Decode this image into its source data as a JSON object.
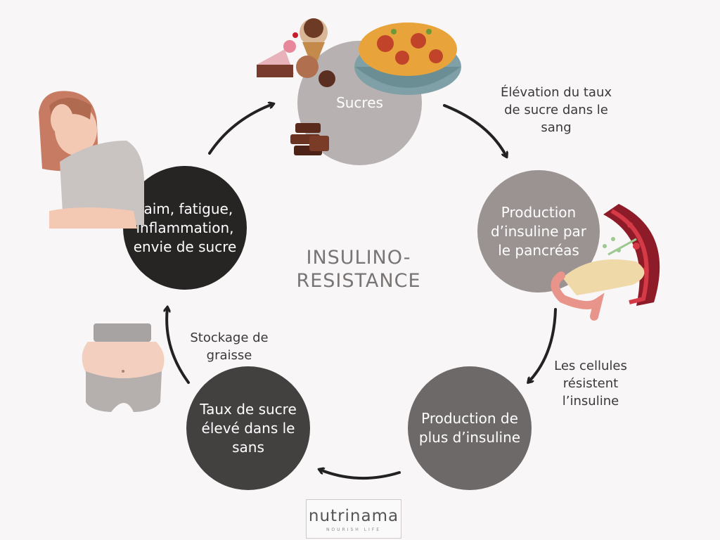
{
  "title": "INSULINO-\nRESISTANCE",
  "nodes": {
    "sucres": "Sucres",
    "production_insuline": "Production d’insuline par le pancréas",
    "plus_insuline": "Production de plus d’insuline",
    "taux_sucre": "Taux de sucre élevé dans le sans",
    "faim": "Faim, fatigue, inflammation, envie de sucre"
  },
  "edge_labels": {
    "elevation": "Élévation du taux de sucre dans le sang",
    "resistent": "Les cellules résistent l’insuline",
    "stockage": "Stockage de graisse"
  },
  "logo": {
    "name": "nutrinama",
    "tagline": "NOURISH LIFE"
  },
  "colors": {
    "background": "#f8f6f6",
    "node_sucres": "#b8b1b1",
    "node_production": "#9b9292",
    "node_plus": "#6e6969",
    "node_taux": "#434040",
    "node_faim": "#272424",
    "arrow": "#222222"
  },
  "illustrations": [
    "dessert-icon",
    "spaghetti-icon",
    "chocolate-icon",
    "tired-woman-icon",
    "pancreas-blood-vessel-icon",
    "belly-fat-icon"
  ]
}
